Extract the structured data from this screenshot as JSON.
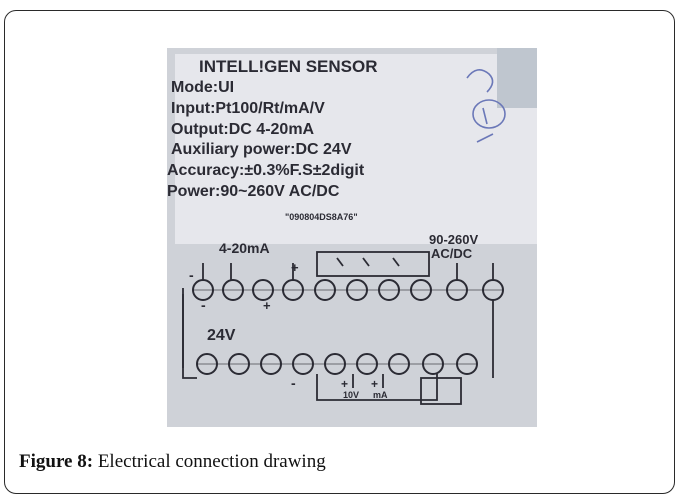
{
  "figure": {
    "label": "Figure 8:",
    "caption": "Electrical connection drawing"
  },
  "photo": {
    "lines": [
      "INTELL!GEN SENSOR",
      "Mode:UI",
      "Input:Pt100/Rt/mA/V",
      "Output:DC 4-20mA",
      "Auxiliary power:DC 24V",
      "Accuracy:±0.3%F.S±2digit",
      "Power:90~260V AC/DC",
      "\"090804DS8A76\""
    ],
    "diagram": {
      "label_4_20ma": "4-20mA",
      "label_90_260v": "90-260V",
      "label_acdc": "AC/DC",
      "label_24v": "24V",
      "label_10v": "10V",
      "label_ma": "mA",
      "plus": "+",
      "minus": "-"
    }
  },
  "colors": {
    "border": "#2a2a2a",
    "label_bg": "#e2e4e8",
    "ink": "#2b2b34"
  }
}
